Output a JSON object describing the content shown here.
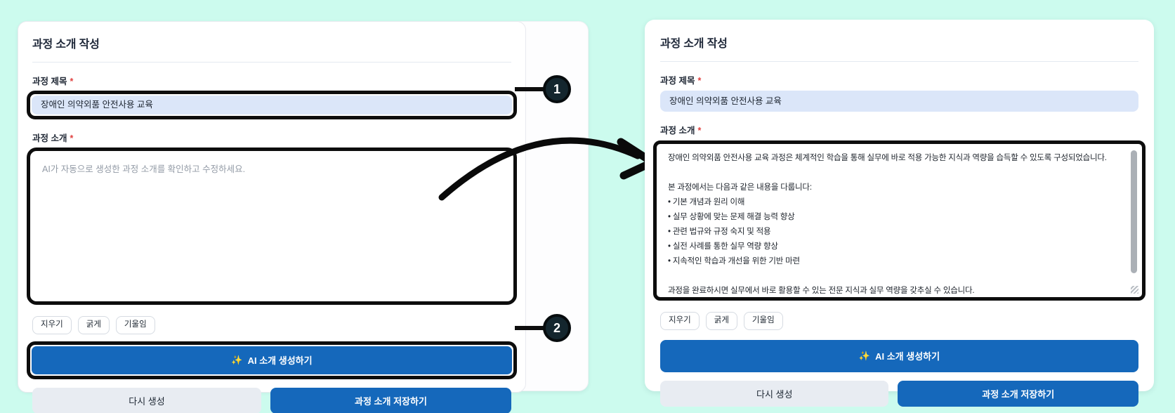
{
  "colors": {
    "background_mint": "#ccfbee",
    "accent_blue": "#1568bb",
    "title_input_bg": "#dbe6f9",
    "highlight_black": "#0d0d0d",
    "badge_bg": "#14262e",
    "required_red": "#e0403f"
  },
  "annotations": {
    "badge_1": "1",
    "badge_2": "2"
  },
  "left_panel": {
    "title": "과정 소개 작성",
    "course_title_label": "과정 제목",
    "required_marker": "*",
    "course_title_value": "장애인 의약외품 안전사용 교육",
    "course_intro_label": "과정 소개",
    "intro_placeholder": "AI가 자동으로 생성한 과정 소개를 확인하고 수정하세요.",
    "toolbar": {
      "clear": "지우기",
      "bold": "굵게",
      "italic": "기울임"
    },
    "ai_button": {
      "icon": "✨",
      "label": "AI 소개 생성하기"
    },
    "regenerate_button": "다시 생성",
    "save_button": "과정 소개 저장하기"
  },
  "right_panel": {
    "title": "과정 소개 작성",
    "course_title_label": "과정 제목",
    "required_marker": "*",
    "course_title_value": "장애인 의약외품 안전사용 교육",
    "course_intro_label": "과정 소개",
    "intro_lines": [
      "장애인 의약외품 안전사용 교육 과정은 체계적인 학습을 통해 실무에 바로 적용 가능한 지식과 역량을 습득할 수 있도록 구성되었습니다.",
      "",
      "본 과정에서는 다음과 같은 내용을 다룹니다:",
      "• 기본 개념과 원리 이해",
      "• 실무 상황에 맞는 문제 해결 능력 향상",
      "• 관련 법규와 규정 숙지 및 적용",
      "• 실전 사례를 통한 실무 역량 향상",
      "• 지속적인 학습과 개선을 위한 기반 마련",
      "",
      "과정을 완료하시면 실무에서 바로 활용할 수 있는 전문 지식과 실무 역량을 갖추실 수 있습니다."
    ],
    "toolbar": {
      "clear": "지우기",
      "bold": "굵게",
      "italic": "기울임"
    },
    "ai_button": {
      "icon": "✨",
      "label": "AI 소개 생성하기"
    },
    "regenerate_button": "다시 생성",
    "save_button": "과정 소개 저장하기"
  }
}
